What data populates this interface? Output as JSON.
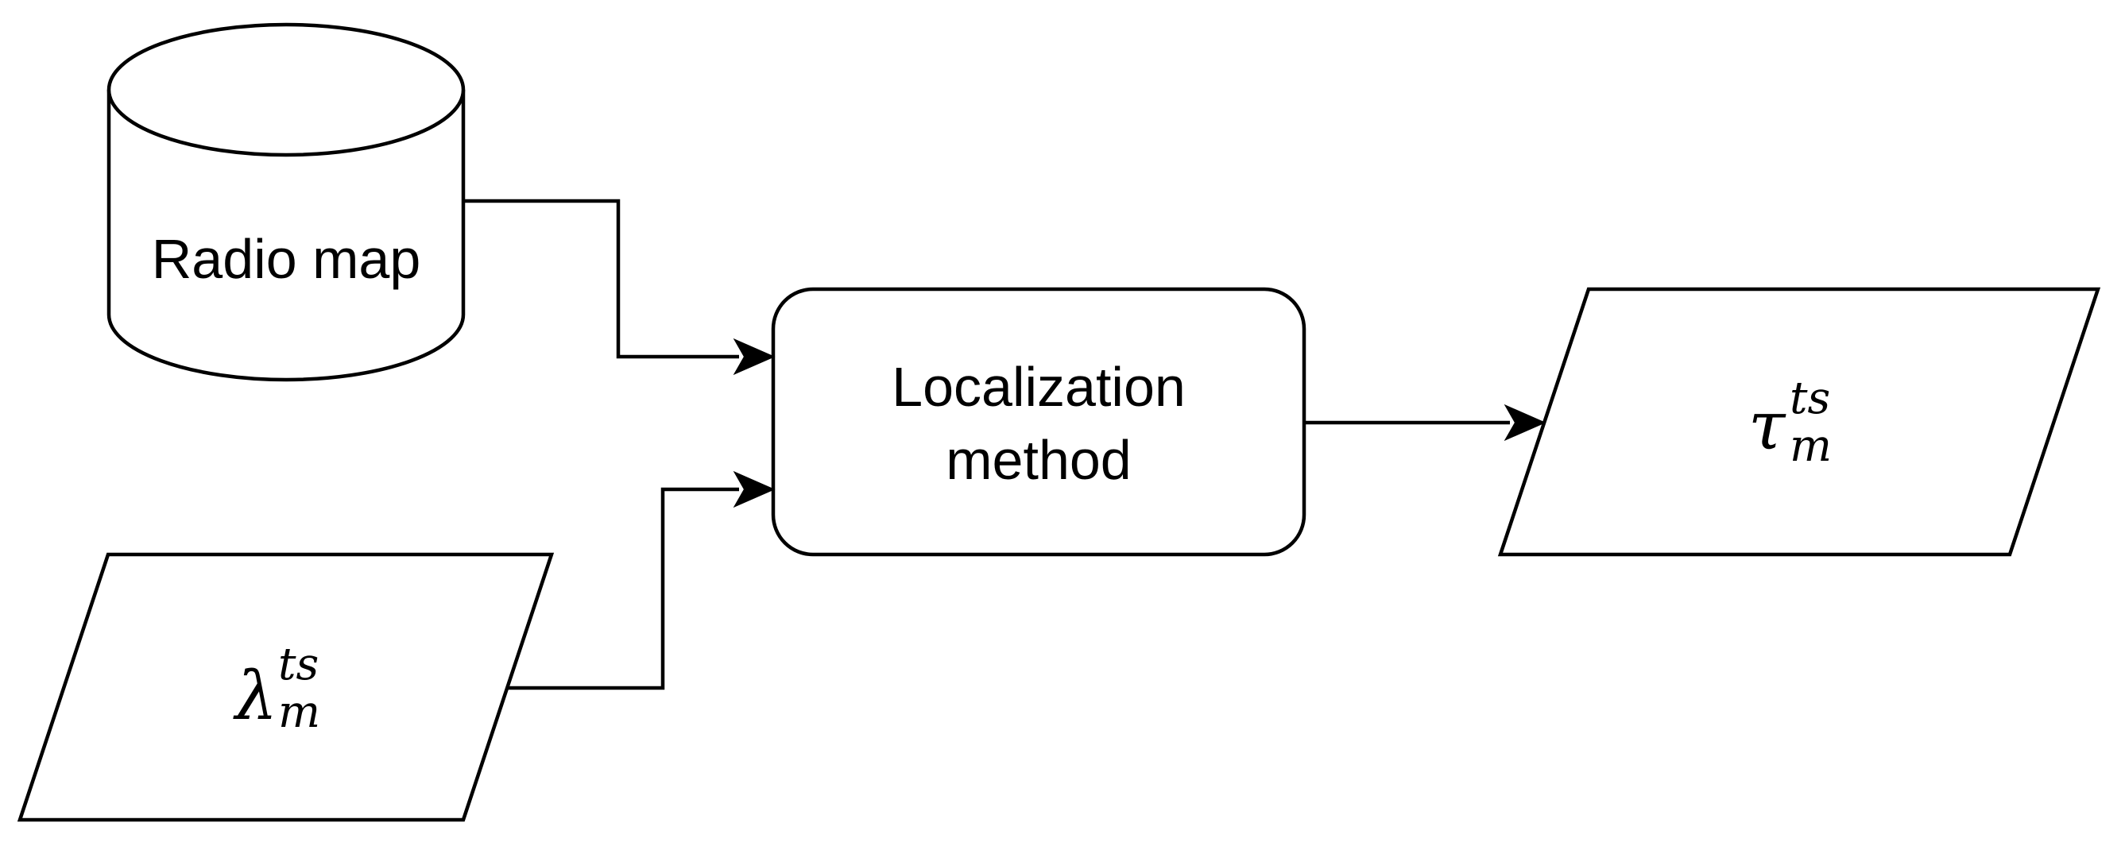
{
  "nodes": {
    "radio_map": {
      "label": "Radio map"
    },
    "lambda_input": {
      "symbol": "λ",
      "subscript": "m",
      "superscript": "ts"
    },
    "localization": {
      "line1": "Localization",
      "line2": "method"
    },
    "tau_output": {
      "symbol": "τ",
      "subscript": "m",
      "superscript": "ts"
    }
  },
  "edges": [
    {
      "from": "radio_map",
      "to": "localization"
    },
    {
      "from": "lambda_input",
      "to": "localization"
    },
    {
      "from": "localization",
      "to": "tau_output"
    }
  ]
}
